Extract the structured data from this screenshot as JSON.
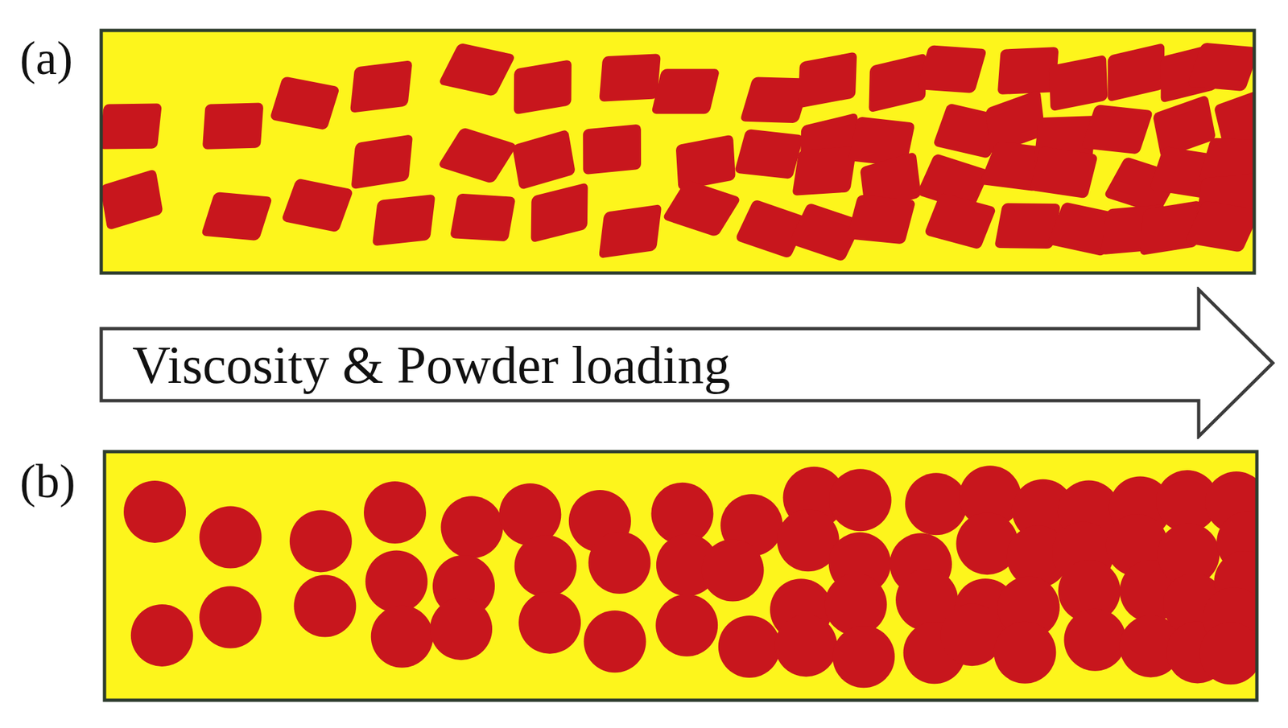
{
  "diagram": {
    "nodes": [
      {
        "text": [
          "Viscosity & Powder loading"
        ]
      }
    ],
    "labels": [
      "(a)",
      "(b)"
    ]
  }
}
